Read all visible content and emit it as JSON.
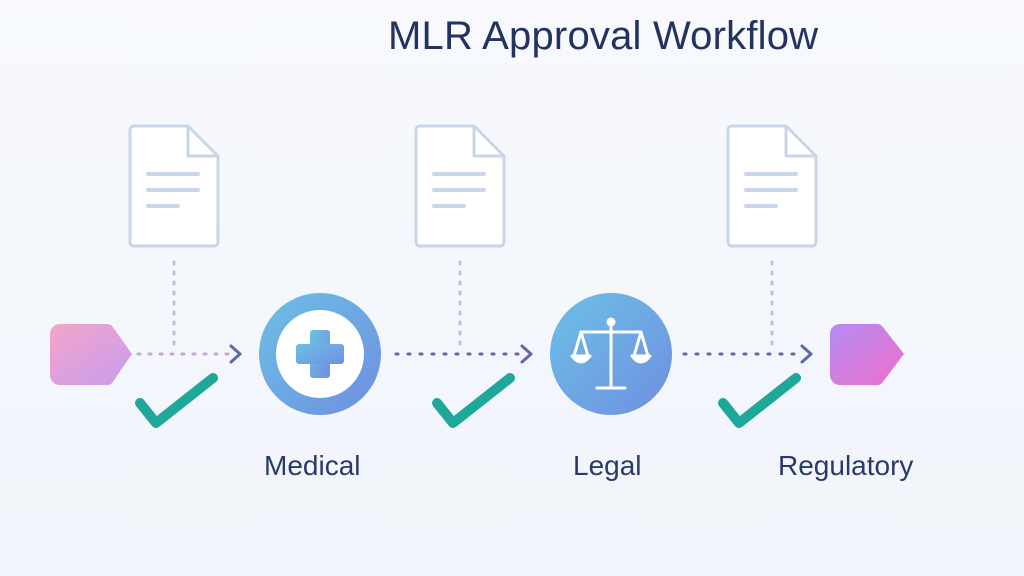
{
  "title": "MLR Approval Workflow",
  "stages": [
    {
      "label": "Medical",
      "icon": "medical-cross-icon"
    },
    {
      "label": "Legal",
      "icon": "scales-of-justice-icon"
    },
    {
      "label": "Regulatory",
      "icon": "end-tag-icon"
    }
  ],
  "colors": {
    "title": "#23325f",
    "label": "#2a3a68",
    "check": "#1fa79a",
    "document": "#c9d6ea",
    "connector": "#5e6aa8",
    "node_gradient_start": "#6cc0e6",
    "node_gradient_end": "#6f8fe0",
    "start_tag_start": "#f2a5c8",
    "start_tag_end": "#c89cf0",
    "end_tag_start": "#b48cf2",
    "end_tag_end": "#ee6fcb"
  }
}
